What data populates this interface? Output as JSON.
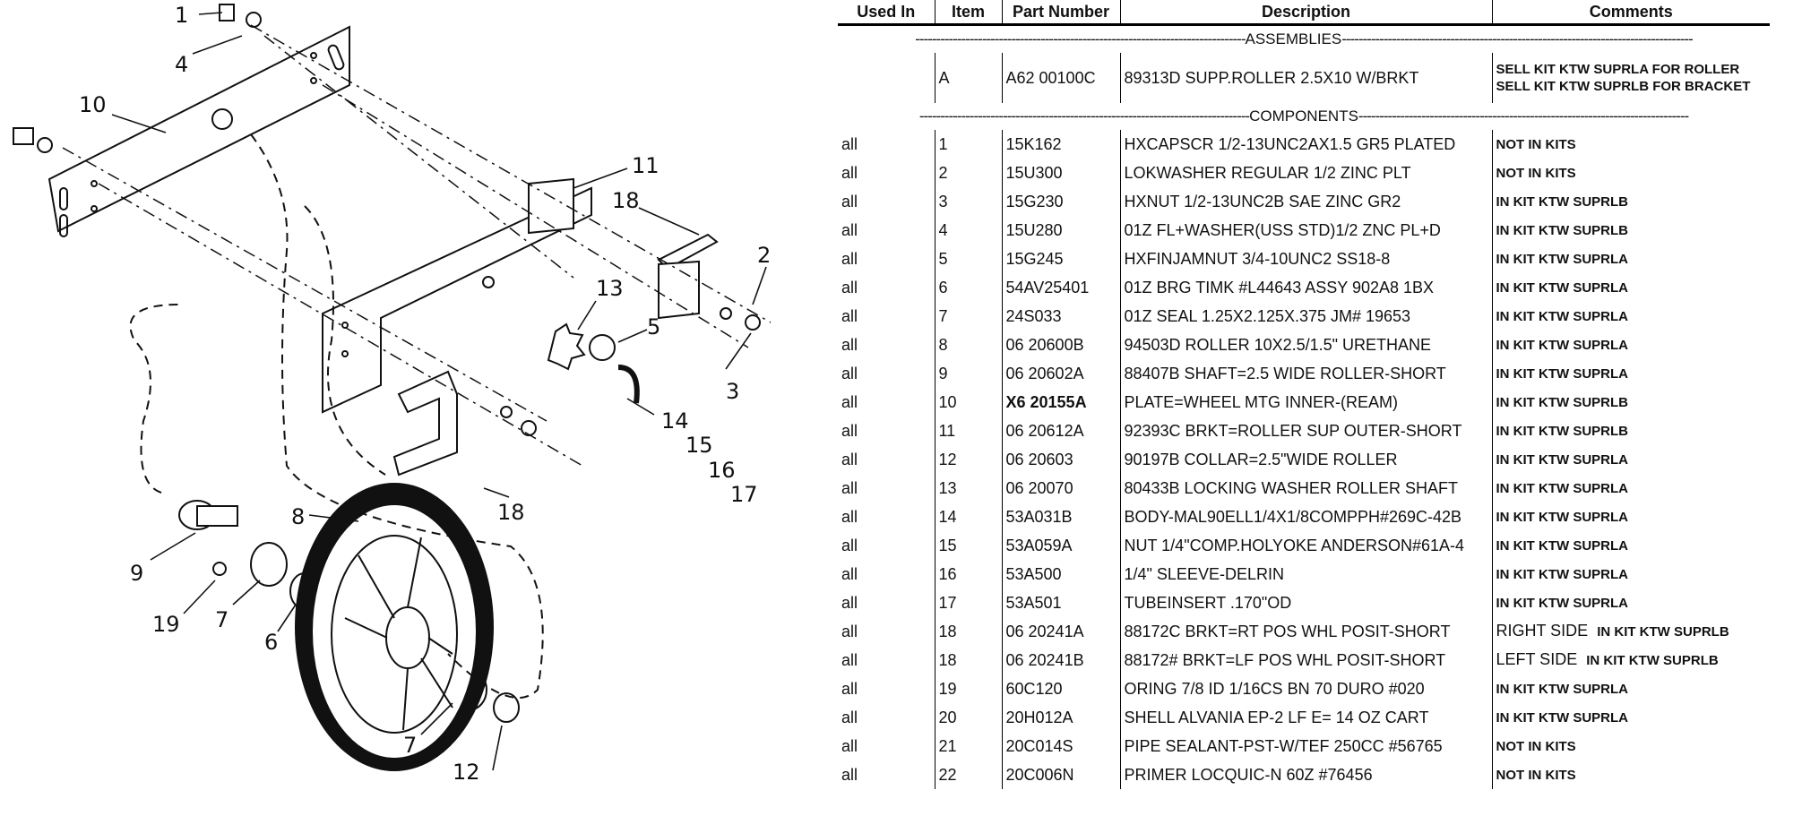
{
  "diagram": {
    "callouts": [
      "1",
      "4",
      "10",
      "11",
      "18",
      "13",
      "5",
      "2",
      "3",
      "14",
      "15",
      "16",
      "17",
      "18",
      "8",
      "9",
      "19",
      "7",
      "6",
      "7",
      "12"
    ]
  },
  "table": {
    "headers": [
      "Used In",
      "Item",
      "Part Number",
      "Description",
      "Comments"
    ],
    "sections": {
      "assemblies": "ASSEMBLIES",
      "components": "COMPONENTS"
    },
    "assembly": {
      "used_in": "",
      "item": "A",
      "part": "A62 00100C",
      "description": "89313D SUPP.ROLLER 2.5X10 W/BRKT",
      "comment_line1": "SELL KIT KTW SUPRLA FOR ROLLER",
      "comment_line2": "SELL KIT KTW SUPRLB FOR BRACKET"
    },
    "rows": [
      {
        "used_in": "all",
        "item": "1",
        "part": "15K162",
        "description": "HXCAPSCR 1/2-13UNC2AX1.5 GR5 PLATED",
        "comment": "NOT IN KITS",
        "side": ""
      },
      {
        "used_in": "all",
        "item": "2",
        "part": "15U300",
        "description": "LOKWASHER REGULAR 1/2 ZINC PLT",
        "comment": "NOT IN KITS",
        "side": ""
      },
      {
        "used_in": "all",
        "item": "3",
        "part": "15G230",
        "description": "HXNUT 1/2-13UNC2B SAE ZINC GR2",
        "comment": "IN KIT KTW SUPRLB",
        "side": ""
      },
      {
        "used_in": "all",
        "item": "4",
        "part": "15U280",
        "description": "01Z FL+WASHER(USS STD)1/2 ZNC PL+D",
        "comment": "IN KIT KTW SUPRLB",
        "side": ""
      },
      {
        "used_in": "all",
        "item": "5",
        "part": "15G245",
        "description": "HXFINJAMNUT 3/4-10UNC2 SS18-8",
        "comment": "IN KIT KTW SUPRLA",
        "side": ""
      },
      {
        "used_in": "all",
        "item": "6",
        "part": "54AV25401",
        "description": "01Z BRG TIMK #L44643 ASSY 902A8 1BX",
        "comment": "IN KIT KTW SUPRLA",
        "side": ""
      },
      {
        "used_in": "all",
        "item": "7",
        "part": "24S033",
        "description": "01Z SEAL 1.25X2.125X.375 JM# 19653",
        "comment": "IN KIT KTW SUPRLA",
        "side": ""
      },
      {
        "used_in": "all",
        "item": "8",
        "part": "06 20600B",
        "description": "94503D ROLLER 10X2.5/1.5\" URETHANE",
        "comment": "IN KIT KTW SUPRLA",
        "side": ""
      },
      {
        "used_in": "all",
        "item": "9",
        "part": "06 20602A",
        "description": "88407B SHAFT=2.5 WIDE ROLLER-SHORT",
        "comment": "IN KIT KTW SUPRLA",
        "side": ""
      },
      {
        "used_in": "all",
        "item": "10",
        "part": "X6 20155A",
        "description": "PLATE=WHEEL MTG INNER-(REAM)",
        "comment": "IN KIT KTW SUPRLB",
        "side": "",
        "bold_part": true
      },
      {
        "used_in": "all",
        "item": "11",
        "part": "06 20612A",
        "description": "92393C BRKT=ROLLER SUP OUTER-SHORT",
        "comment": "IN KIT KTW SUPRLB",
        "side": ""
      },
      {
        "used_in": "all",
        "item": "12",
        "part": "06 20603",
        "description": "90197B COLLAR=2.5\"WIDE ROLLER",
        "comment": "IN KIT KTW SUPRLA",
        "side": ""
      },
      {
        "used_in": "all",
        "item": "13",
        "part": "06 20070",
        "description": "80433B LOCKING WASHER ROLLER SHAFT",
        "comment": "IN KIT KTW SUPRLA",
        "side": ""
      },
      {
        "used_in": "all",
        "item": "14",
        "part": "53A031B",
        "description": "BODY-MAL90ELL1/4X1/8COMPPH#269C-42B",
        "comment": "IN KIT KTW SUPRLA",
        "side": ""
      },
      {
        "used_in": "all",
        "item": "15",
        "part": "53A059A",
        "description": "NUT 1/4\"COMP.HOLYOKE ANDERSON#61A-4",
        "comment": "IN KIT KTW SUPRLA",
        "side": ""
      },
      {
        "used_in": "all",
        "item": "16",
        "part": "53A500",
        "description": "1/4\" SLEEVE-DELRIN",
        "comment": "IN KIT KTW SUPRLA",
        "side": ""
      },
      {
        "used_in": "all",
        "item": "17",
        "part": "53A501",
        "description": "TUBEINSERT .170\"OD",
        "comment": "IN KIT KTW SUPRLA",
        "side": ""
      },
      {
        "used_in": "all",
        "item": "18",
        "part": "06 20241A",
        "description": "88172C BRKT=RT POS WHL POSIT-SHORT",
        "comment": "IN KIT KTW SUPRLB",
        "side": "RIGHT SIDE"
      },
      {
        "used_in": "all",
        "item": "18",
        "part": "06 20241B",
        "description": "88172# BRKT=LF POS WHL POSIT-SHORT",
        "comment": "IN KIT KTW SUPRLB",
        "side": "LEFT SIDE"
      },
      {
        "used_in": "all",
        "item": "19",
        "part": "60C120",
        "description": "ORING 7/8 ID 1/16CS BN 70 DURO #020",
        "comment": "IN KIT KTW SUPRLA",
        "side": ""
      },
      {
        "used_in": "all",
        "item": "20",
        "part": "20H012A",
        "description": "SHELL ALVANIA EP-2 LF E= 14 OZ CART",
        "comment": "IN KIT KTW SUPRLA",
        "side": ""
      },
      {
        "used_in": "all",
        "item": "21",
        "part": "20C014S",
        "description": "PIPE SEALANT-PST-W/TEF 250CC #56765",
        "comment": "NOT IN KITS",
        "side": ""
      },
      {
        "used_in": "all",
        "item": "22",
        "part": "20C006N",
        "description": "PRIMER LOCQUIC-N 60Z #76456",
        "comment": "NOT IN KITS",
        "side": ""
      }
    ]
  }
}
